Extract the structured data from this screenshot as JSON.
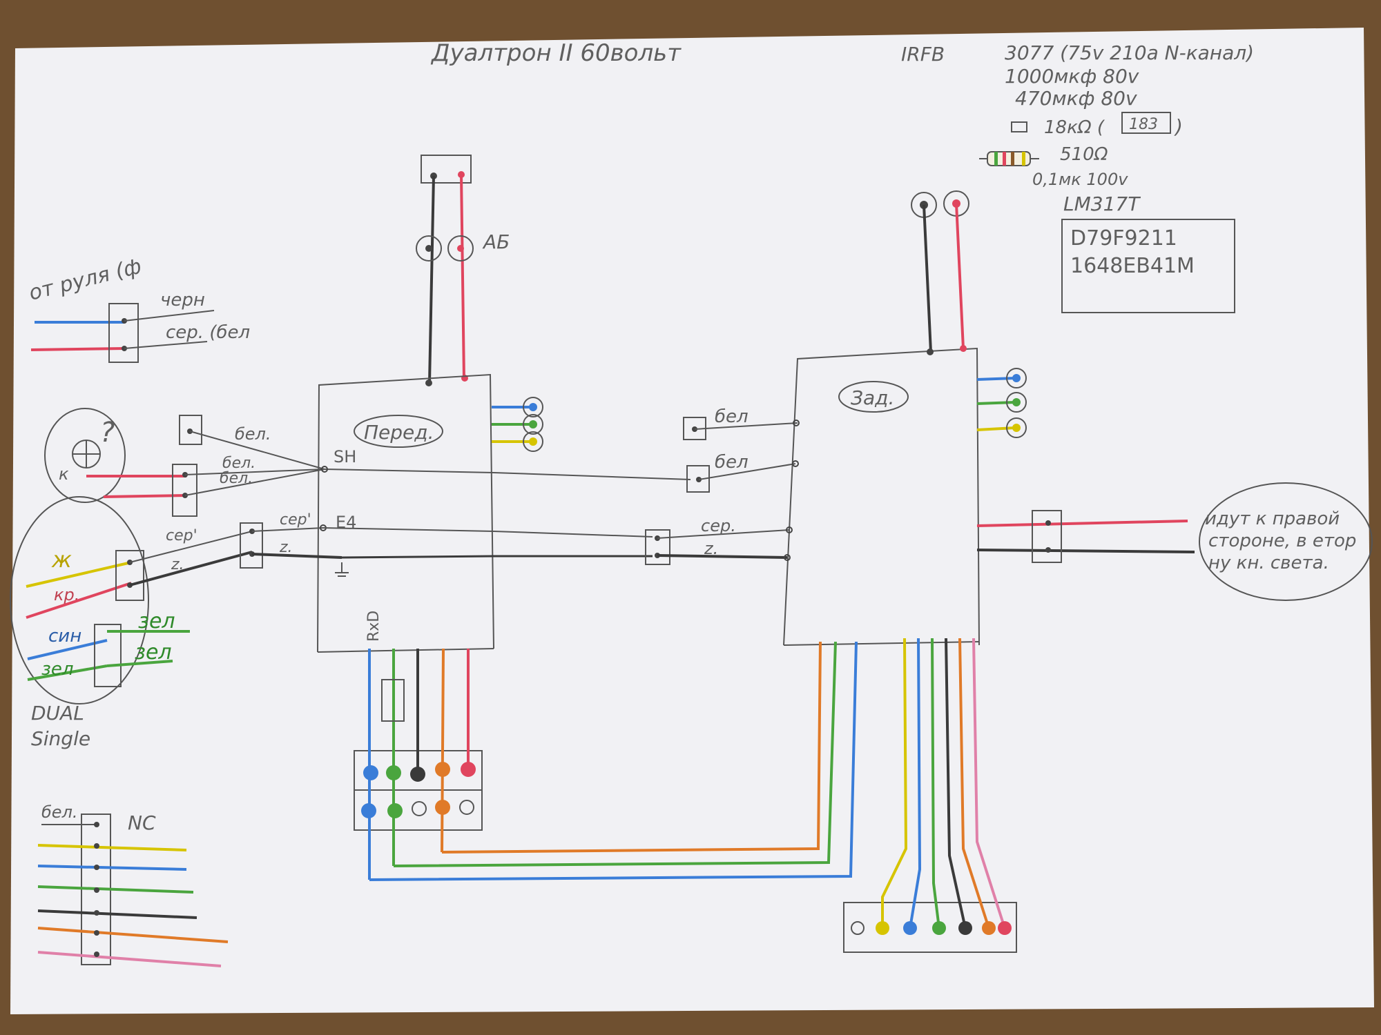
{
  "diagram": {
    "title": "Дуалтрон II 60вольт",
    "notes": {
      "irfb": "IRFB",
      "line1": "3077 (75v 210a N-канал)",
      "line2": "1000мкф 80v",
      "line3": "470мкф 80v",
      "line4a": "18кΩ (",
      "line4b": "183",
      "line4c": ")",
      "line5": "510Ω",
      "line6": "0,1мк   100v",
      "line7": "LM317T",
      "chip1": "D79F9211",
      "chip2": "1648EB41M"
    },
    "labels": {
      "battery": "АБ",
      "front": "Перед.",
      "rear": "Зад.",
      "sh": "SH",
      "e4": "E4",
      "rxd": "RxD",
      "from_handlebar": "от руля (ф",
      "blk_wire": "черн",
      "gray_wire": "сер. (бел",
      "bel": "бел.",
      "bel2": "бел.",
      "bel3": "бел.",
      "bel_r1": "бел",
      "bel_r2": "бел",
      "ser1": "сер'",
      "ser2": "сер'",
      "z1": "z.",
      "z2": "z.",
      "ser_r": "сер.",
      "z_r": "z.",
      "key": "к",
      "question": "?",
      "zh": "ж",
      "kr": "кр.",
      "sin": "син",
      "zel1": "зел",
      "zel2": "зел",
      "zel3": "зел",
      "dual": "DUAL",
      "single": "Single",
      "bel_nc": "бел.",
      "nc": "NC",
      "right_note_1": "идут к правой",
      "right_note_2": "стороне, в етор",
      "right_note_3": "ну кн. света."
    },
    "colors": {
      "paper": "#f1f1f4",
      "pencil": "#4a4a4a",
      "red": "#e0455e",
      "blue": "#3a7dd8",
      "green": "#4aa53e",
      "yellow": "#d6c400",
      "orange": "#e07a28",
      "pink": "#e080a8",
      "wood": "#7a5a3a"
    }
  }
}
